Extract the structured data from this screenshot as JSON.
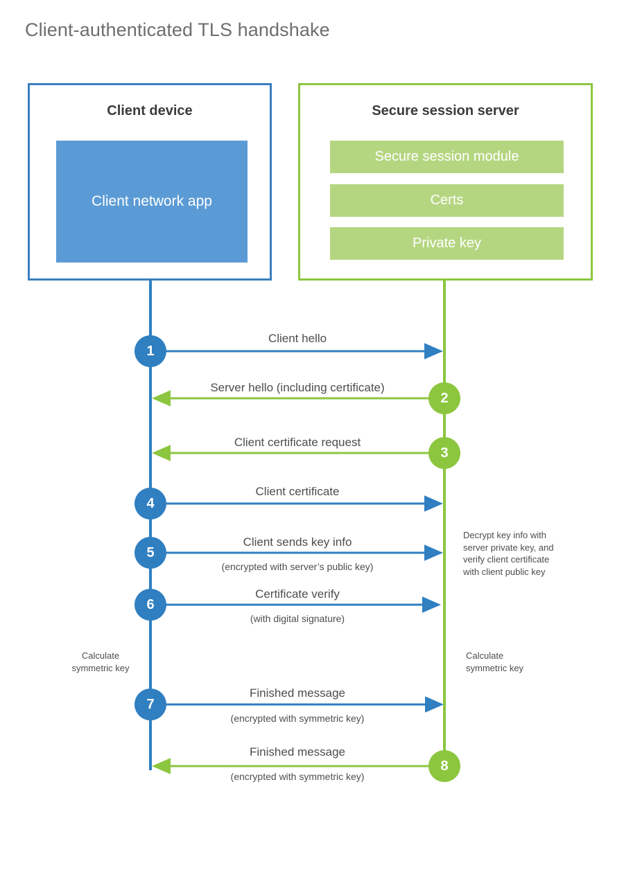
{
  "title": "Client-authenticated TLS handshake",
  "colors": {
    "client_accent": "#3a7fbf",
    "server_accent": "#8cc63f",
    "client_block": "#5b9bd5",
    "server_block": "#b5d681",
    "text": "#4d4d4d",
    "title": "#6d6e71"
  },
  "participants": {
    "client": {
      "title": "Client device",
      "blocks": [
        {
          "label": "Client network app"
        }
      ]
    },
    "server": {
      "title": "Secure session server",
      "blocks": [
        {
          "label": "Secure session module"
        },
        {
          "label": "Certs"
        },
        {
          "label": "Private key"
        }
      ]
    }
  },
  "steps": [
    {
      "number": "1",
      "label": "Client hello",
      "sublabel": "",
      "direction": "client-to-server",
      "color": "blue"
    },
    {
      "number": "2",
      "label": "Server hello (including certificate)",
      "sublabel": "",
      "direction": "server-to-client",
      "color": "green"
    },
    {
      "number": "3",
      "label": "Client certificate request",
      "sublabel": "",
      "direction": "server-to-client",
      "color": "green"
    },
    {
      "number": "4",
      "label": "Client certificate",
      "sublabel": "",
      "direction": "client-to-server",
      "color": "blue"
    },
    {
      "number": "5",
      "label": "Client sends key info",
      "sublabel": "(encrypted with server’s public key)",
      "direction": "client-to-server",
      "color": "blue"
    },
    {
      "number": "6",
      "label": "Certificate verify",
      "sublabel": "(with digital signature)",
      "direction": "client-to-server",
      "color": "blue"
    },
    {
      "number": "7",
      "label": "Finished message",
      "sublabel": "(encrypted with symmetric key)",
      "direction": "client-to-server",
      "color": "blue"
    },
    {
      "number": "8",
      "label": "Finished message",
      "sublabel": "(encrypted with symmetric key)",
      "direction": "server-to-client",
      "color": "green"
    }
  ],
  "annotations": {
    "server_decrypt": "Decrypt key info with server private key, and verify client certificate with client public key",
    "server_decrypt_lines": [
      "Decrypt key info with",
      "server private key, and",
      "verify client certificate",
      "with client public key"
    ],
    "client_calc_lines": [
      "Calculate",
      "symmetric key"
    ],
    "server_calc_lines": [
      "Calculate",
      "symmetric key"
    ]
  }
}
